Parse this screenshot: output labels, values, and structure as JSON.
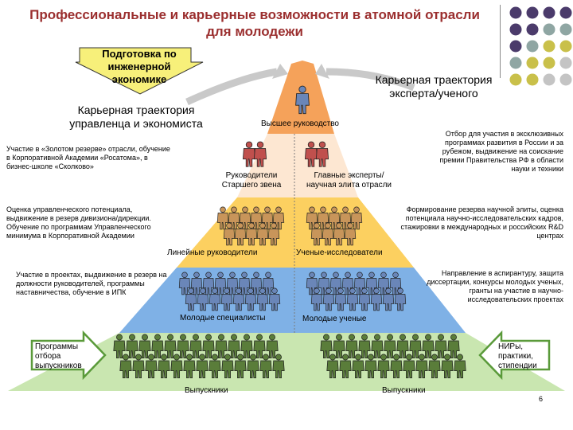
{
  "title": "Профессиональные и карьерные возможности в атомной отрасли для молодежи",
  "callout": {
    "text": "Подготовка по инженерной экономике"
  },
  "track_left": {
    "title": "Карьерная траектория управленца и экономиста"
  },
  "track_right": {
    "title": "Карьерная траектория эксперта/ученого"
  },
  "levels": {
    "top": "Высшее руководство",
    "l2_left": "Руководители Старшего звена",
    "l2_right": "Главные эксперты/ научная элита отрасли",
    "l3_left": "Линейные руководители",
    "l3_right": "Ученые-исследователи",
    "l4_left": "Молодые специалисты",
    "l4_right": "Молодые ученые",
    "l5_left": "Выпускники",
    "l5_right": "Выпускники"
  },
  "notes_left": {
    "n1": "Участие в «Золотом резерве» отрасли, обучение в Корпоративной Академии «Росатома», в бизнес-школе «Сколково»",
    "n2": "Оценка управленческого потенциала, выдвижение в резерв дивизиона/дирекции. Обучение по программам Управленческого минимума в Корпоративной Академии",
    "n3": "Участие в проектах, выдвижение в резерв на должности руководителей, программы наставничества, обучение в ИПК"
  },
  "notes_right": {
    "n1": "Отбор для участия в эксклюзивных программах развития в России и за рубежом, выдвижение на соискание премии Правительства РФ в области науки и техники",
    "n2": "Формирование резерва научной элиты, оценка потенциала научно-исследовательских кадров, стажировки в международных и российских R&D центрах",
    "n3": "Направление в аспирантуру, защита диссертации, конкурсы молодых ученых, гранты на участие в научно-исследовательских проектах"
  },
  "arrow_left": {
    "label": "Программы отбора выпускников"
  },
  "arrow_right": {
    "label": "НИРы, практики, стипендии"
  },
  "page_number": "6",
  "colors": {
    "title": "#9b2f2f",
    "top_tier": "#f5a25a",
    "tier2": "#fde7d2",
    "tier3": "#fcd060",
    "tier4": "#7fb1e6",
    "tier5": "#c9e6b0",
    "person_red": "#c0504d",
    "person_tan": "#c8955a",
    "person_blue": "#6a86b8",
    "person_green": "#5a7d3a",
    "dot_purple": "#4b3b6b",
    "dot_teal": "#8fa6a3",
    "dot_olive": "#c9c04a",
    "dot_grey": "#c4c4c4"
  }
}
